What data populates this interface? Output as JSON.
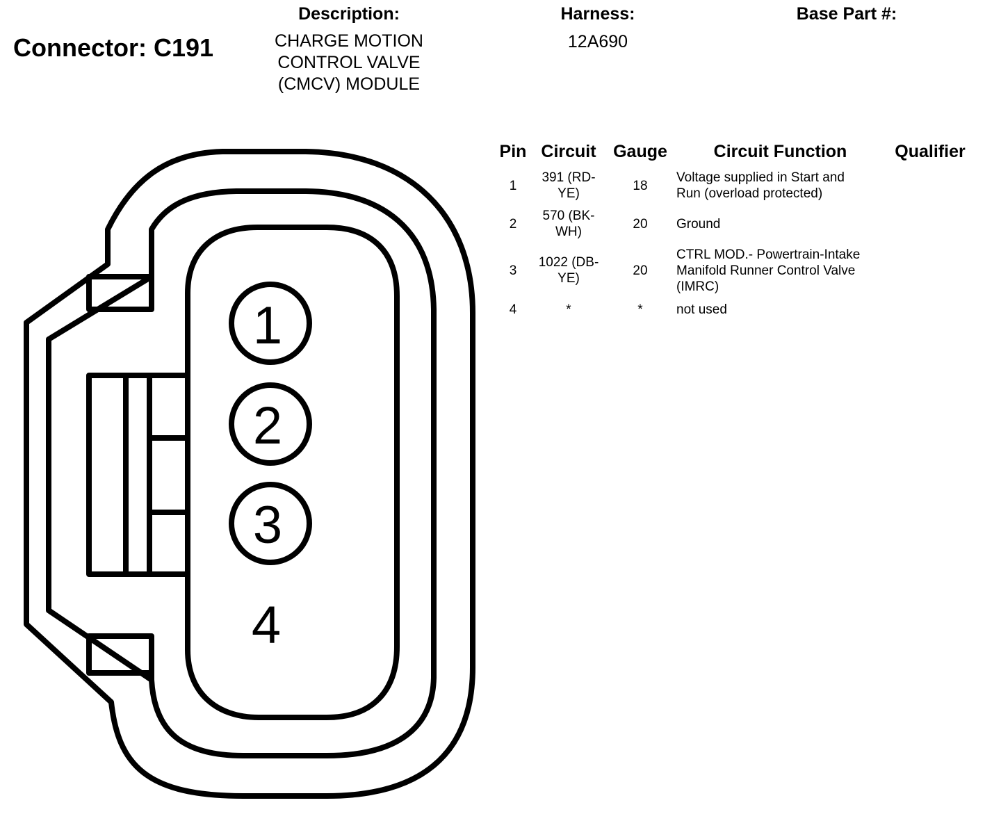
{
  "header": {
    "connector_label": "Connector: C191",
    "description_heading": "Description:",
    "description_lines": [
      "CHARGE MOTION",
      "CONTROL VALVE",
      "(CMCV) MODULE"
    ],
    "harness_heading": "Harness:",
    "harness_value": "12A690",
    "base_part_heading": "Base Part #:",
    "base_part_value": ""
  },
  "diagram": {
    "pin_labels": [
      "1",
      "2",
      "3",
      "4"
    ]
  },
  "table": {
    "columns": [
      "Pin",
      "Circuit",
      "Gauge",
      "Circuit Function",
      "Qualifier"
    ],
    "rows": [
      {
        "pin": "1",
        "circuit": [
          "391 (RD-",
          "YE)"
        ],
        "gauge": "18",
        "function": [
          "Voltage supplied in Start and",
          "Run (overload protected)"
        ],
        "qualifier": ""
      },
      {
        "pin": "2",
        "circuit": [
          "570 (BK-",
          "WH)"
        ],
        "gauge": "20",
        "function": [
          "Ground"
        ],
        "qualifier": ""
      },
      {
        "pin": "3",
        "circuit": [
          "1022 (DB-",
          "YE)"
        ],
        "gauge": "20",
        "function": [
          "CTRL MOD.- Powertrain-Intake",
          "Manifold Runner Control Valve",
          "(IMRC)"
        ],
        "qualifier": ""
      },
      {
        "pin": "4",
        "circuit": [
          "*"
        ],
        "gauge": "*",
        "function": [
          "not used"
        ],
        "qualifier": ""
      }
    ]
  }
}
